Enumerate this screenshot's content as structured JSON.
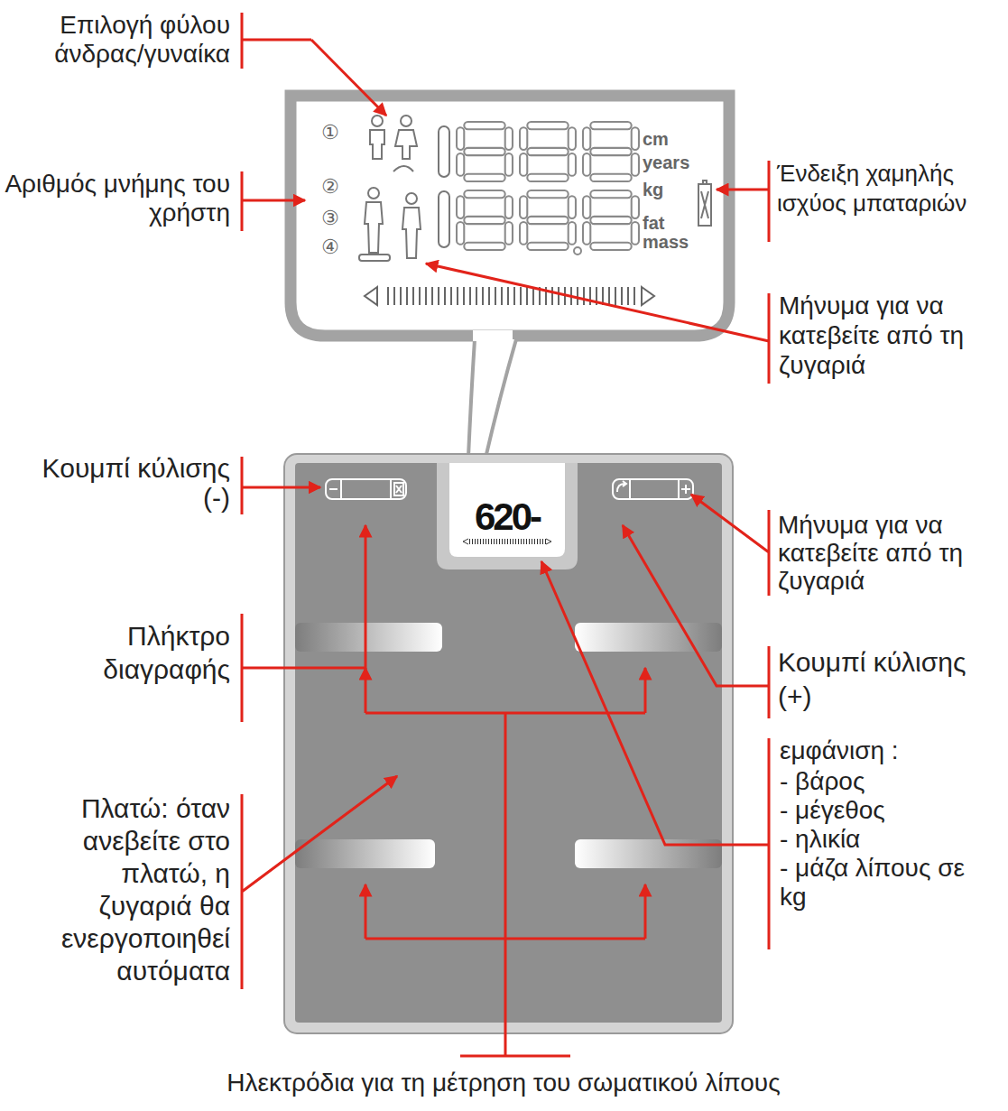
{
  "diagram": {
    "labels": [
      "Επιλογή φύλου άνδρας/γυναίκα",
      "Αριθμός μνήμης του χρήστη",
      "①",
      "②",
      "③",
      "④",
      "cm",
      "years",
      "kg",
      "fat",
      "mass",
      "Ένδειξη χαμηλής ισχύος μπαταριών",
      "Μήνυμα για να κατεβείτε από τη ζυγαριά",
      "Κουμπί κύλισης (-)",
      "620-",
      "Μήνυμα για να κατεβείτε από τη ζυγαριά",
      "Πλήκτρο διαγραφής",
      "Κουμπί κύλισης (+)",
      "εμφάνιση :",
      "- βάρος",
      "- μέγεθος",
      "- ηλικία",
      "- μάζα λίπους σε kg",
      "Πλατώ: όταν ανεβείτε στο πλατώ, η ζυγαριά θα ενεργοποιηθεί αυτόματα",
      "Ηλεκτρόδια για τη μέτρηση του σωματικού λίπους"
    ]
  }
}
